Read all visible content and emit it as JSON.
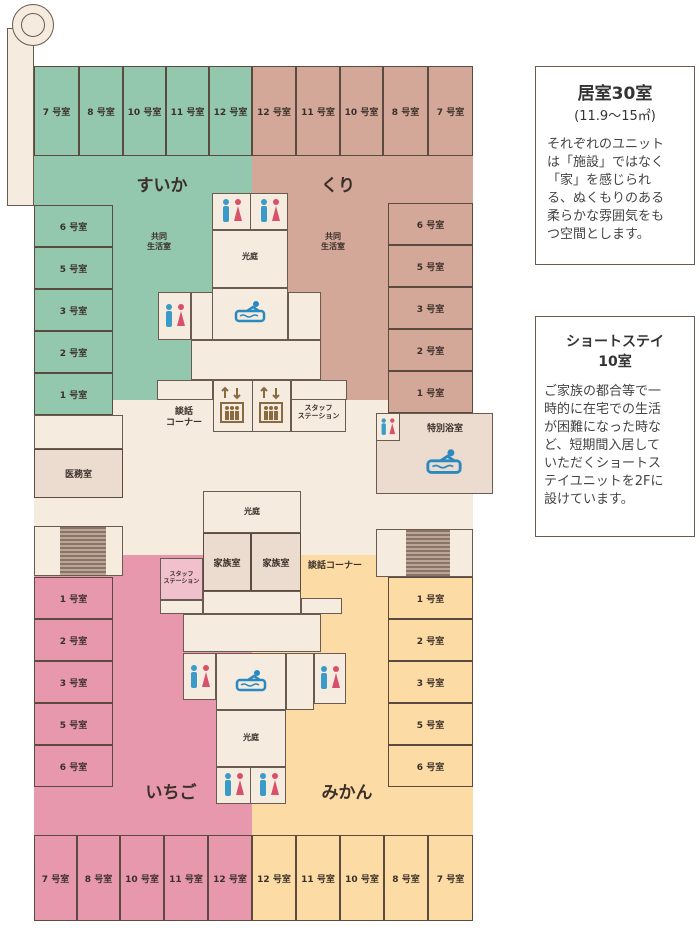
{
  "units": {
    "suika": "すいか",
    "kuri": "くり",
    "ichigo": "いちご",
    "mikan": "みかん"
  },
  "common": {
    "kyodo_line1": "共同",
    "kyodo_line2": "生活室",
    "kotei": "光庭",
    "danwa": "談話",
    "corner": "コーナー",
    "danwa_corner": "談話コーナー",
    "staff1": "スタッフ",
    "staff2": "ステーション",
    "tokubetsu": "特別浴室",
    "imu": "医務室",
    "kazoku": "家族室"
  },
  "rooms": {
    "r1": "1 号室",
    "r2": "2 号室",
    "r3": "3 号室",
    "r5": "5 号室",
    "r6": "6 号室",
    "r7": "7 号室",
    "r8": "8 号室",
    "r10": "10 号室",
    "r11": "11 号室",
    "r12": "12 号室"
  },
  "panel1": {
    "title": "居室30室",
    "subtitle": "(11.9〜15㎡)",
    "lines": [
      "それぞれのユニット",
      "は「施設」ではなく",
      "「家」を感じられ",
      "る、ぬくもりのある",
      "柔らかな雰囲気をも",
      "つ空間とします。"
    ]
  },
  "panel2": {
    "title1": "ショートステイ",
    "title2": "10室",
    "lines": [
      "ご家族の都合等で一",
      "時的に在宅での生活",
      "が困難になった時な",
      "ど、短期間入居して",
      "いただくショートス",
      "テイユニットを2Fに",
      "設けています。"
    ]
  },
  "colors": {
    "suika": "#94c8ae",
    "kuri": "#d4a898",
    "ichigo": "#e898ac",
    "mikan": "#fcdca4",
    "common": "#f5ebdf",
    "toilet_male": "#3a9ac8",
    "toilet_female": "#d8506a",
    "bath": "#2a8ac0"
  }
}
